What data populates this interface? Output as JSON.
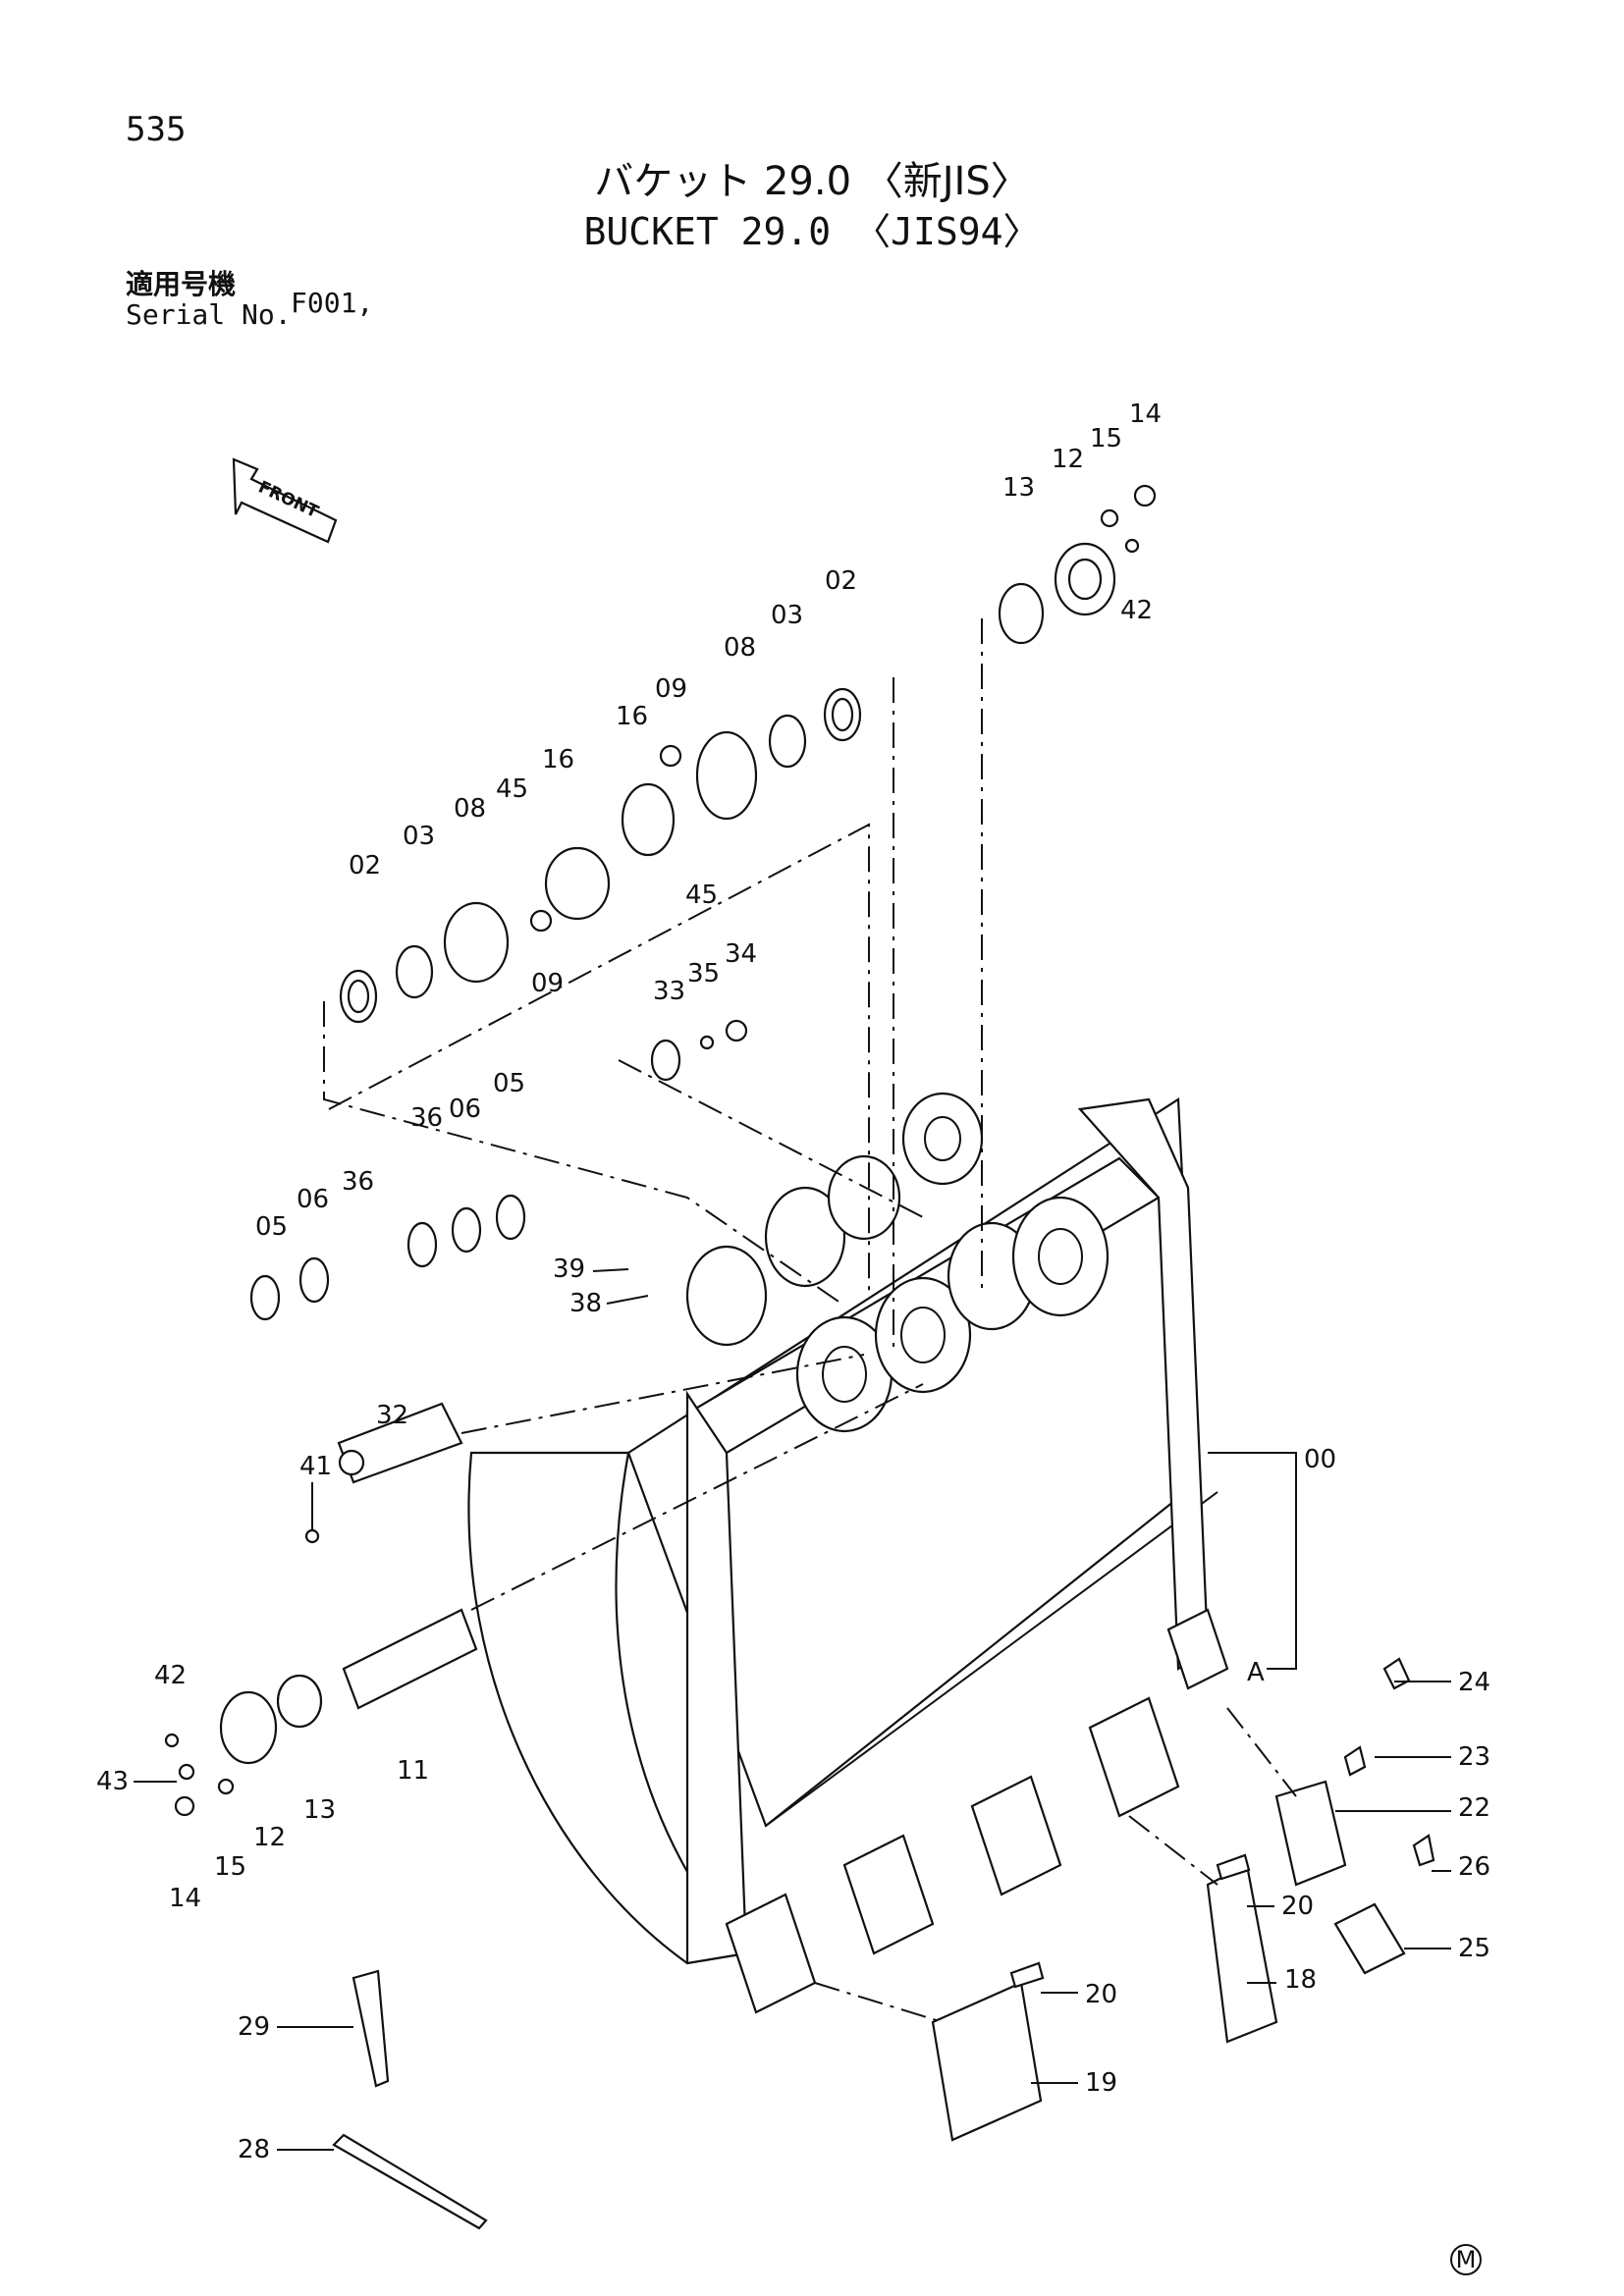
{
  "header": {
    "page_number": "535",
    "title_jp": "バケット 29.0 〈新JIS〉",
    "title_en": "BUCKET 29.0 〈JIS94〉",
    "serial_label_jp": "適用号機",
    "serial_label_en": "Serial No.",
    "serial_value": "F001,"
  },
  "front_label": "FRONT",
  "callouts": [
    "00",
    "A",
    "02",
    "03",
    "05",
    "06",
    "08",
    "09",
    "11",
    "12",
    "13",
    "14",
    "15",
    "16",
    "18",
    "19",
    "20",
    "22",
    "23",
    "24",
    "25",
    "26",
    "28",
    "29",
    "32",
    "33",
    "34",
    "35",
    "36",
    "38",
    "39",
    "41",
    "42",
    "43",
    "45"
  ],
  "maker_mark": "M"
}
